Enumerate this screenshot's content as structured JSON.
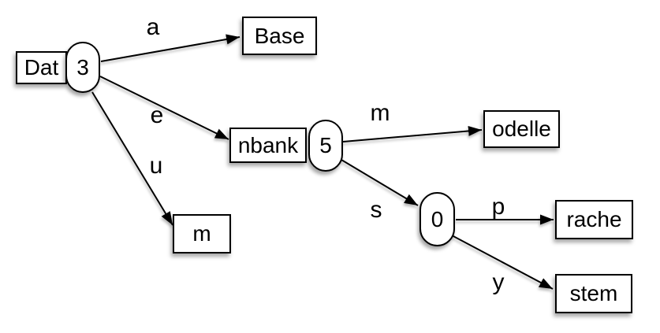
{
  "diagram": {
    "kind": "compact-trie",
    "boxes": {
      "dat": {
        "label": "Dat"
      },
      "base": {
        "label": "Base"
      },
      "nbank": {
        "label": "nbank"
      },
      "m_leaf": {
        "label": "m"
      },
      "odelle": {
        "label": "odelle"
      },
      "rache": {
        "label": "rache"
      },
      "stem": {
        "label": "stem"
      }
    },
    "nodes": {
      "n3": {
        "label": "3"
      },
      "n5": {
        "label": "5"
      },
      "n0": {
        "label": "0"
      }
    },
    "edges": [
      {
        "label": "a",
        "from": "n3",
        "to": "base"
      },
      {
        "label": "e",
        "from": "n3",
        "to": "nbank"
      },
      {
        "label": "u",
        "from": "n3",
        "to": "m_leaf"
      },
      {
        "label": "m",
        "from": "n5",
        "to": "odelle"
      },
      {
        "label": "s",
        "from": "n5",
        "to": "n0"
      },
      {
        "label": "p",
        "from": "n0",
        "to": "rache"
      },
      {
        "label": "y",
        "from": "n0",
        "to": "stem"
      }
    ],
    "colors": {
      "stroke": "#000000",
      "fill": "#ffffff",
      "text": "#000000",
      "background": "#ffffff"
    }
  }
}
